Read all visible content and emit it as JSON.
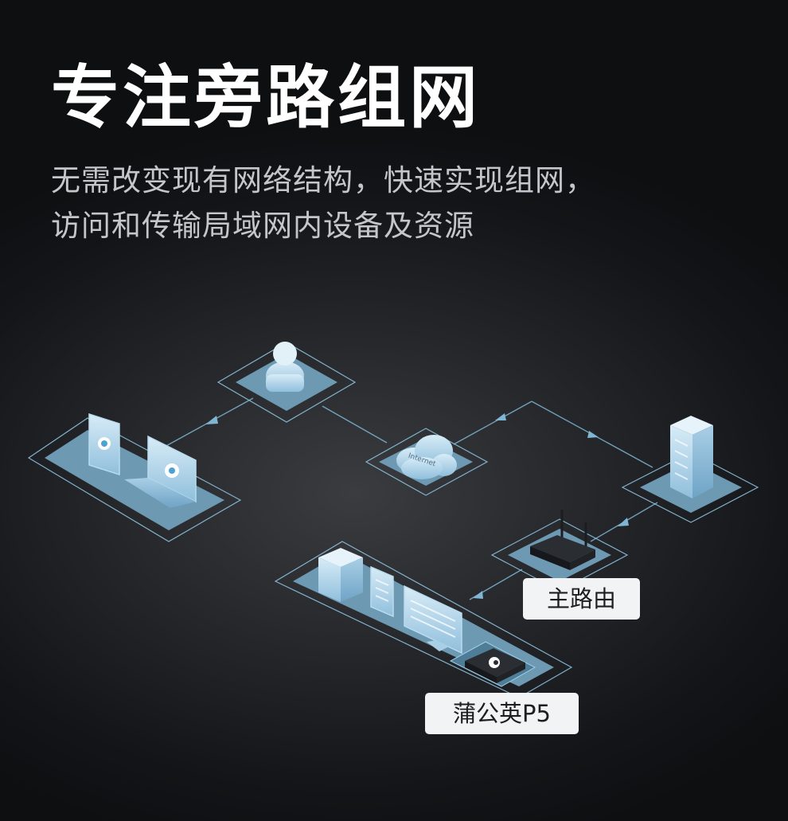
{
  "headline": "专注旁路组网",
  "subtitle_lines": [
    "无需改变现有网络结构，快速实现组网，",
    "访问和传输局域网内设备及资源"
  ],
  "diagram": {
    "cloud_text": "Internet",
    "main_router_label": "主路由",
    "device_label": "蒲公英P5"
  },
  "colors": {
    "background": "#141518",
    "platform_fill": "#6d99b3",
    "line": "#7fb6d4",
    "label_bg": "#f2f3f4"
  }
}
